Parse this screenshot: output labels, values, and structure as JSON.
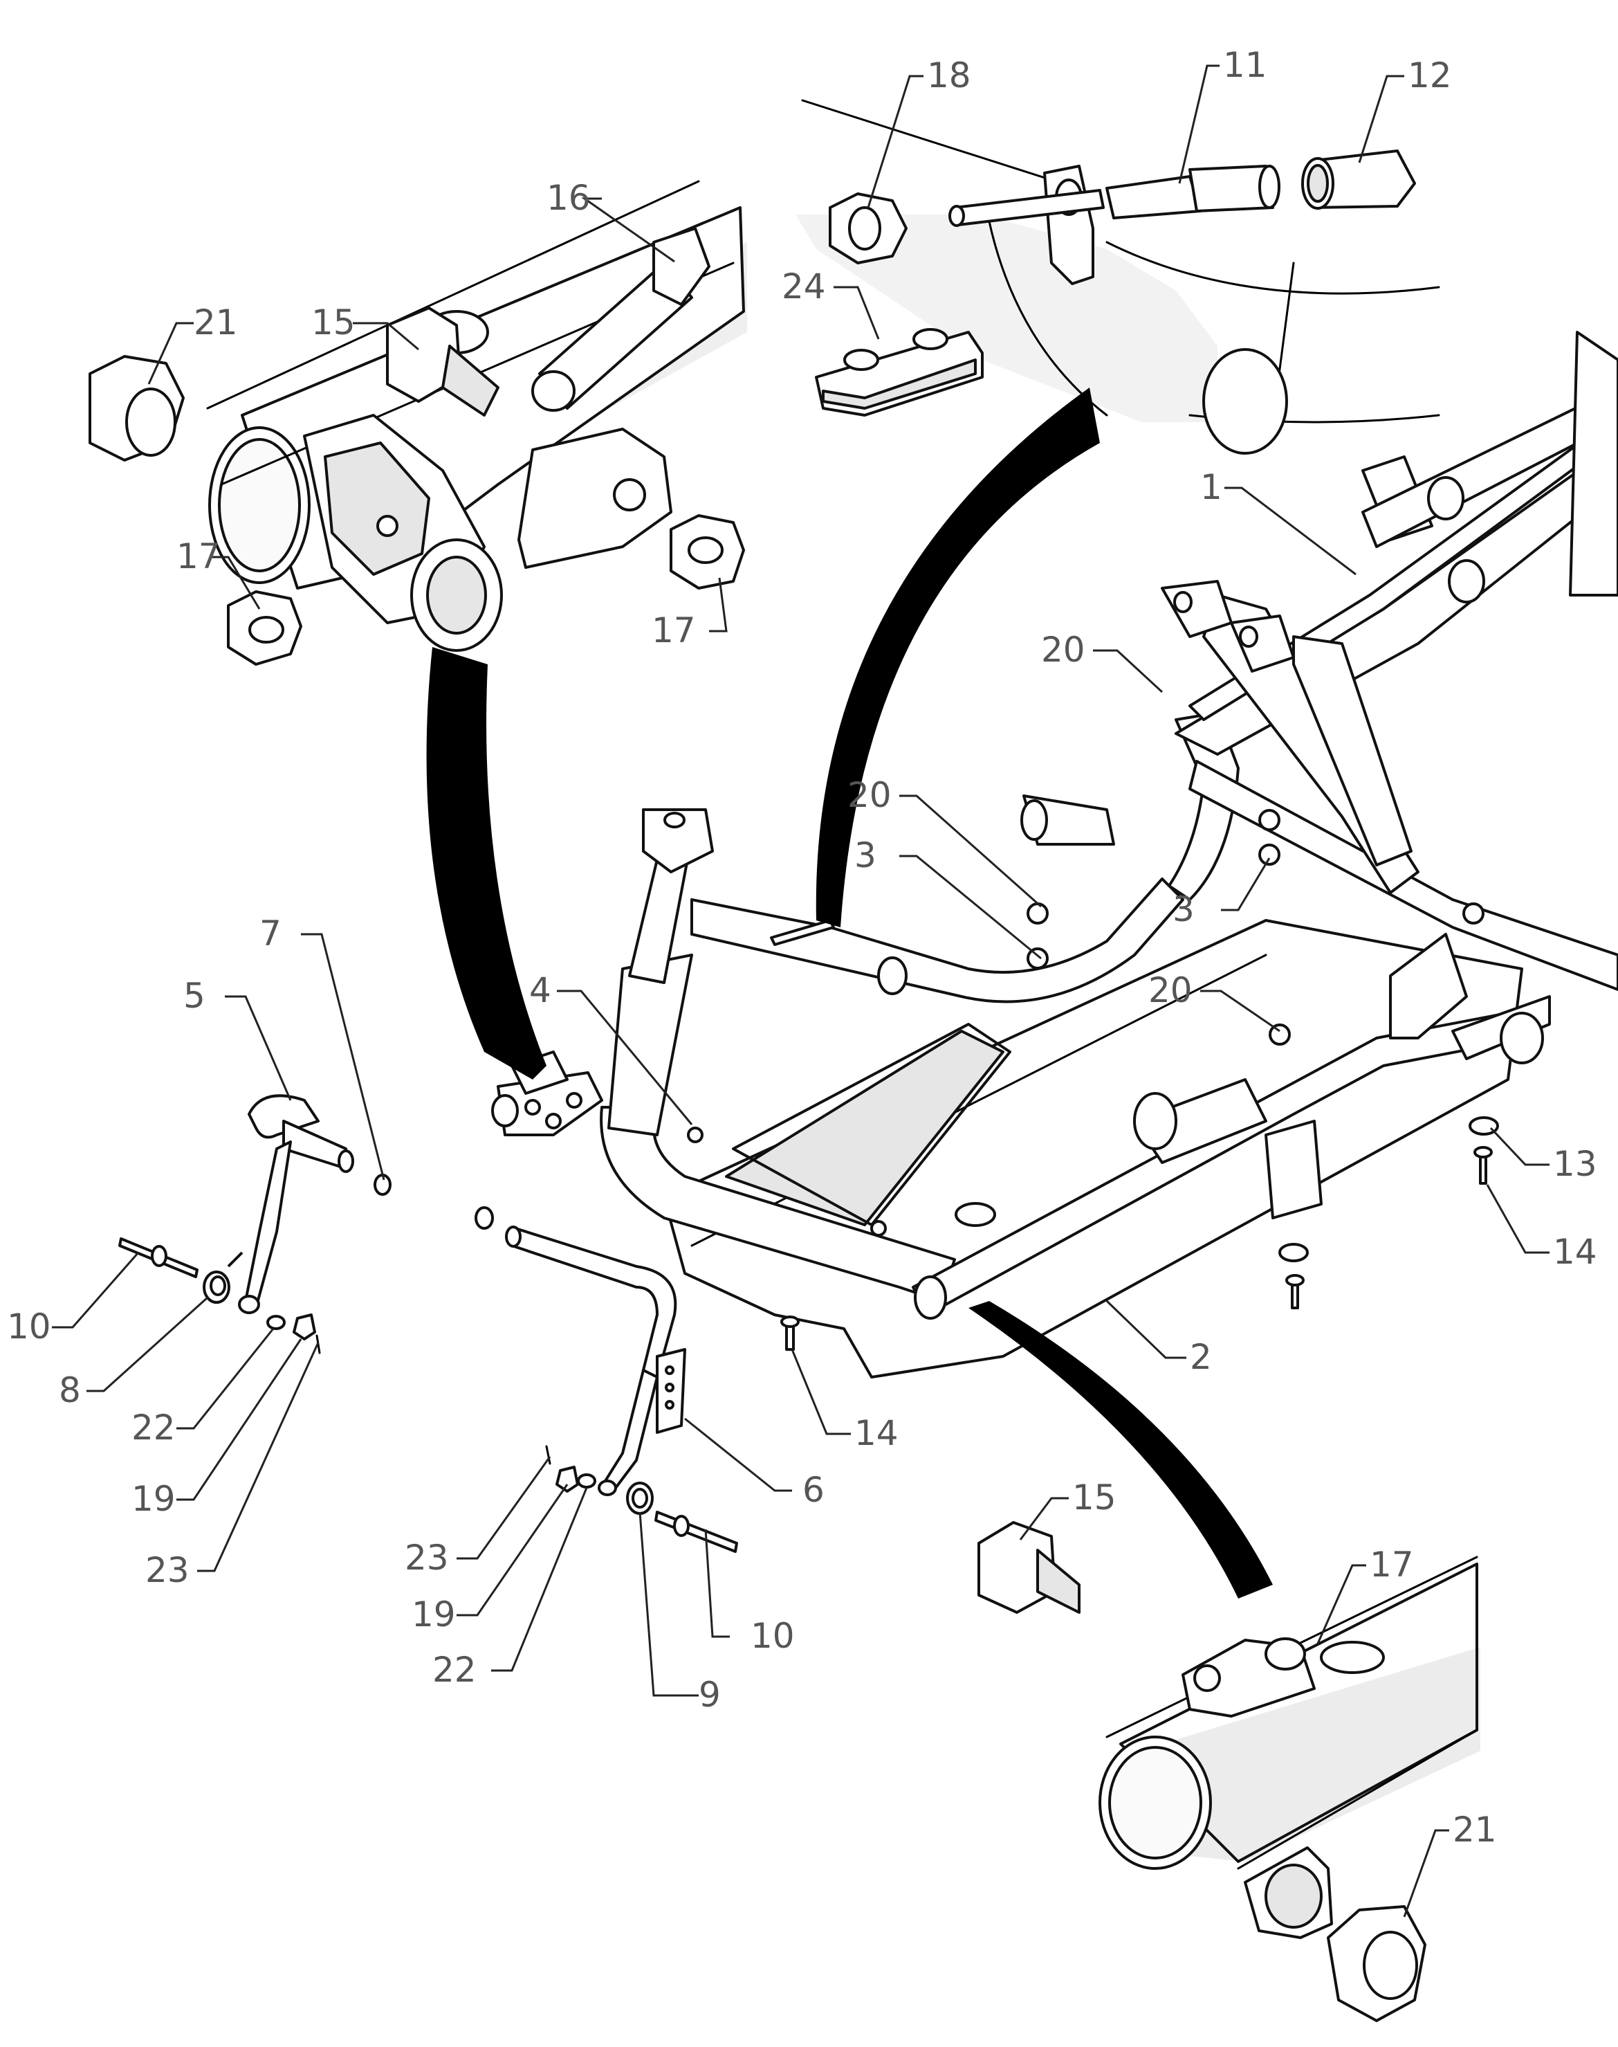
{
  "callouts": [
    "1",
    "2",
    "3",
    "3",
    "4",
    "5",
    "6",
    "7",
    "8",
    "9",
    "10",
    "10",
    "11",
    "12",
    "13",
    "14",
    "14",
    "15",
    "15",
    "16",
    "17",
    "17",
    "17",
    "18",
    "19",
    "19",
    "20",
    "20",
    "20",
    "21",
    "21",
    "22",
    "22",
    "23",
    "23",
    "24"
  ],
  "colors": {
    "line": "#000000",
    "label": "#555555",
    "shade": "#e6e6e6"
  }
}
